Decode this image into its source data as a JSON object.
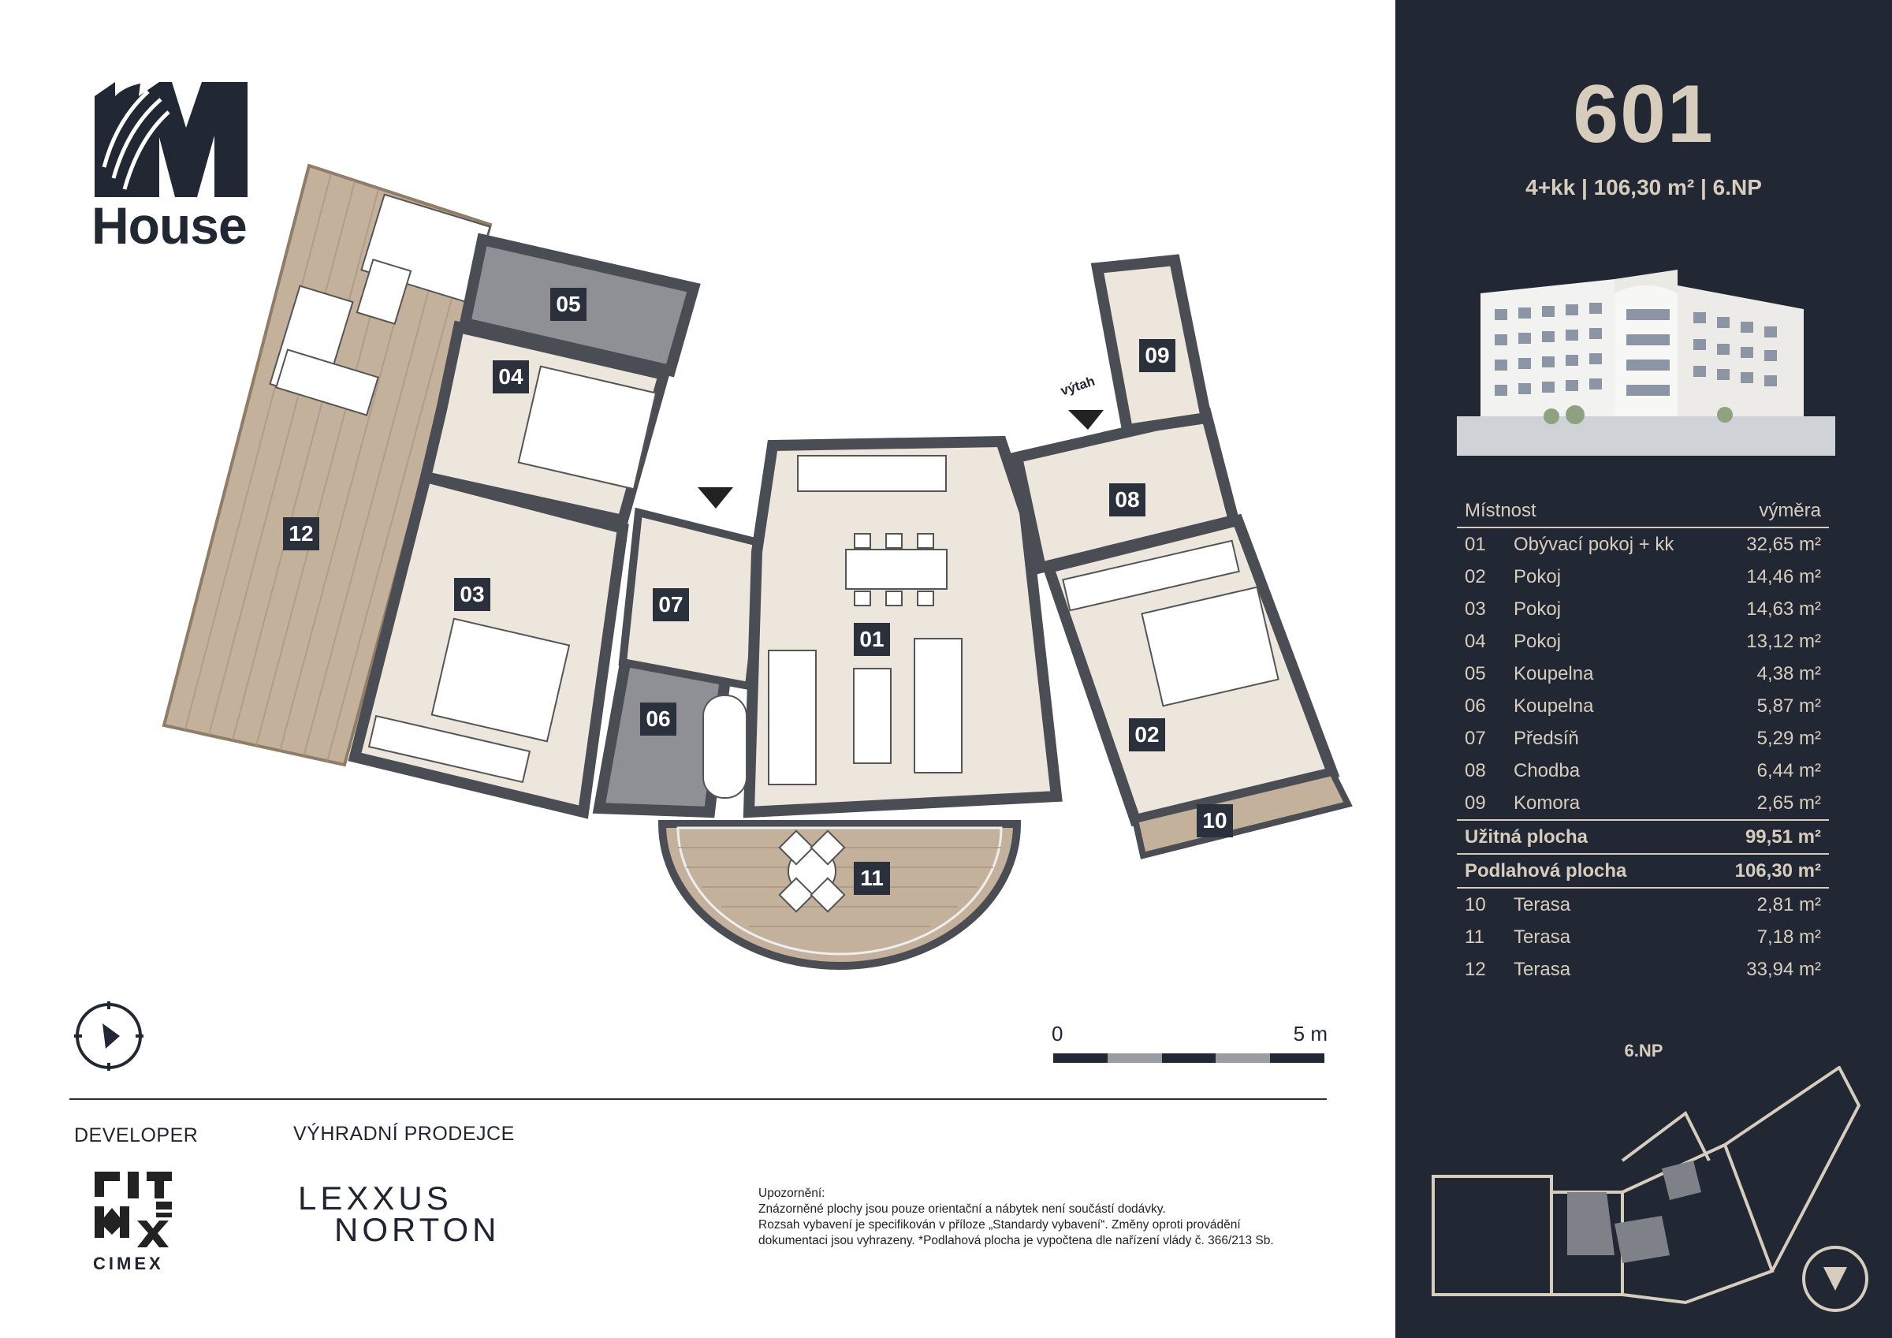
{
  "brand": {
    "logo_text": "House"
  },
  "apartment": {
    "number": "601",
    "summary": "4+kk | 106,30 m² | 6.NP"
  },
  "plan": {
    "rooms": [
      {
        "id": "01"
      },
      {
        "id": "02"
      },
      {
        "id": "03"
      },
      {
        "id": "04"
      },
      {
        "id": "05"
      },
      {
        "id": "06"
      },
      {
        "id": "07"
      },
      {
        "id": "08"
      },
      {
        "id": "09"
      },
      {
        "id": "10"
      },
      {
        "id": "11"
      },
      {
        "id": "12"
      }
    ],
    "elevator_label": "výtah"
  },
  "scale": {
    "start": "0",
    "end": "5 m"
  },
  "table": {
    "header_room": "Místnost",
    "header_area": "výměra",
    "rows": [
      {
        "n": "01",
        "name": "Obývací pokoj + kk",
        "area": "32,65 m²"
      },
      {
        "n": "02",
        "name": "Pokoj",
        "area": "14,46 m²"
      },
      {
        "n": "03",
        "name": "Pokoj",
        "area": "14,63 m²"
      },
      {
        "n": "04",
        "name": "Pokoj",
        "area": "13,12 m²"
      },
      {
        "n": "05",
        "name": "Koupelna",
        "area": "4,38 m²"
      },
      {
        "n": "06",
        "name": "Koupelna",
        "area": "5,87 m²"
      },
      {
        "n": "07",
        "name": "Předsíň",
        "area": "5,29 m²"
      },
      {
        "n": "08",
        "name": "Chodba",
        "area": "6,44 m²"
      },
      {
        "n": "09",
        "name": "Komora",
        "area": "2,65 m²"
      }
    ],
    "usable": {
      "label": "Užitná plocha",
      "area": "99,51 m²"
    },
    "floor": {
      "label": "Podlahová plocha",
      "area": "106,30 m²"
    },
    "terraces": [
      {
        "n": "10",
        "name": "Terasa",
        "area": "2,81 m²"
      },
      {
        "n": "11",
        "name": "Terasa",
        "area": "7,18 m²"
      },
      {
        "n": "12",
        "name": "Terasa",
        "area": "33,94 m²"
      }
    ]
  },
  "floor_plan_label": "6.NP",
  "footer": {
    "developer_title": "DEVELOPER",
    "developer_name": "CIMEX",
    "seller_title": "VÝHRADNÍ PRODEJCE",
    "seller_line1": "LEXXUS",
    "seller_line2": "NORTON",
    "notice": [
      "Upozornění:",
      "Znázorněné plochy jsou pouze orientační a nábytek není součástí dodávky.",
      "Rozsah vybavení je specifikován v příloze „Standardy vybavení“. Změny oproti provádění",
      "dokumentaci jsou vyhrazeny. *Podlahová plocha je vypočtena dle nařízení vlády č. 366/213 Sb."
    ]
  },
  "colors": {
    "panel": "#222833",
    "accent": "#d6cdbd",
    "wall": "#4a4d54",
    "floor": "#ece6dc",
    "deck": "#b8a58f"
  }
}
